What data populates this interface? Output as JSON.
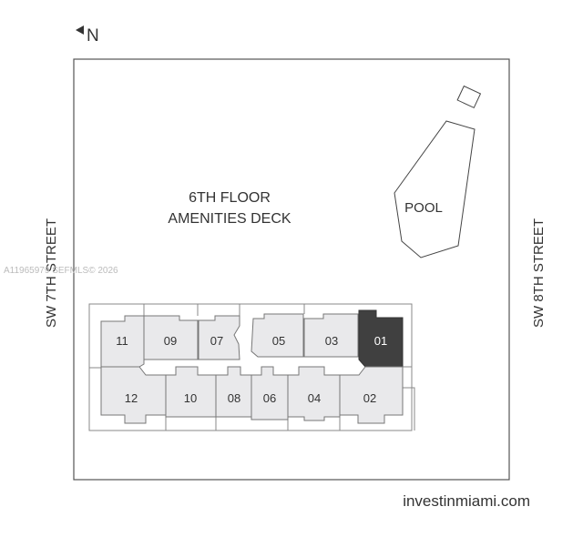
{
  "compass": {
    "label": "N",
    "icon": "arrow-left-icon"
  },
  "deck": {
    "line1": "6TH FLOOR",
    "line2": "AMENITIES DECK"
  },
  "pool": {
    "label": "POOL"
  },
  "streets": {
    "left": "SW 7TH STREET",
    "right": "SW 8TH STREET"
  },
  "watermark": "A11965979 SEFMLS© 2026",
  "website": "investinmiami.com",
  "highlight_color": "#404040",
  "units": {
    "u11": "11",
    "u09": "09",
    "u07": "07",
    "u05": "05",
    "u03": "03",
    "u01": "01",
    "u12": "12",
    "u10": "10",
    "u08": "08",
    "u06": "06",
    "u04": "04",
    "u02": "02"
  },
  "selected_unit": "01"
}
